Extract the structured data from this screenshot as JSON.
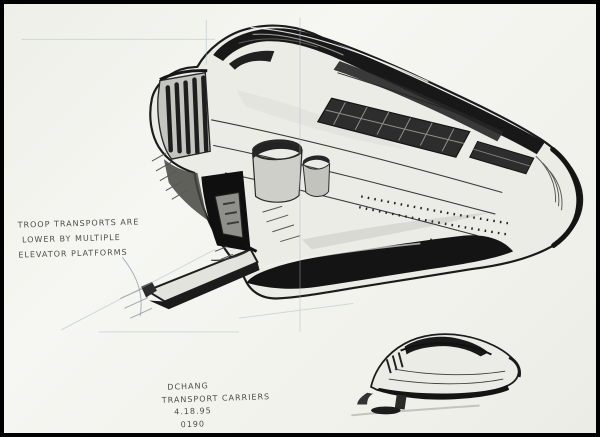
{
  "sketch": {
    "subject": "transport-carrier-concept-sketch",
    "annotation": {
      "line1": "TROOP TRANSPORTS ARE",
      "line2": "LOWER BY MULTIPLE",
      "line3": "ELEVATOR PLATFORMS"
    },
    "caption": {
      "artist": "DCHANG",
      "title": "TRANSPORT CARRIERS",
      "date": "4.18.95",
      "number": "0190"
    },
    "colors": {
      "paper": "#f4f4ef",
      "ink": "#1b1b1b",
      "wash_light": "#ecece7",
      "wash_mid": "#c6c6c0",
      "guide_pencil": "#a5b6c0",
      "handwriting": "#4f4f49",
      "frame": "#000000"
    }
  }
}
